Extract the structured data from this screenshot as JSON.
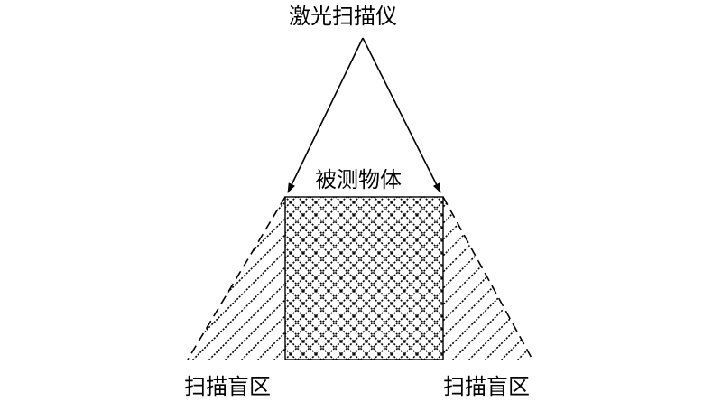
{
  "labels": {
    "scanner": "激光扫描仪",
    "object": "被测物体",
    "blind_left": "扫描盲区",
    "blind_right": "扫描盲区"
  },
  "colors": {
    "stroke": "#000000",
    "background": "#ffffff"
  }
}
